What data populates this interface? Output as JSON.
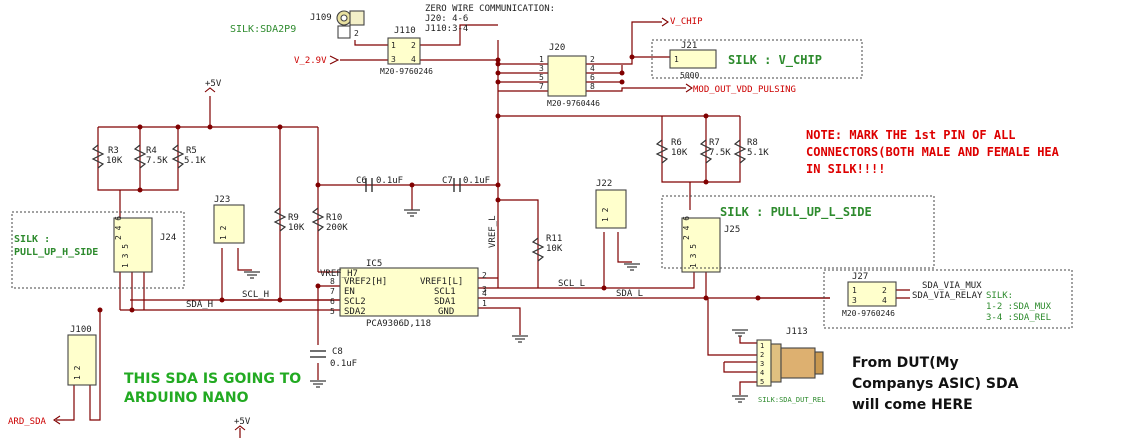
{
  "schematic": {
    "header_note": [
      "ZERO WIRE COMMUNICATION:",
      "J20: 4-6",
      "J110:3-4"
    ],
    "nets": {
      "vchip": "V_CHIP",
      "v29": "V_2.9V",
      "mod_out": "MOD_OUT_VDD_PULSING",
      "plus5v_top": "+5V",
      "plus5v_bottom": "+5V",
      "ard_sda": "ARD_SDA",
      "sda_h": "SDA_H",
      "scl_h": "SCL_H",
      "scl_l": "SCL_L",
      "sda_l": "SDA_L",
      "vref_l": "VREF_L",
      "vref_h7": "VREF_H7",
      "sda_via_mux": "SDA_VIA_MUX",
      "sda_via_relay": "SDA_VIA_RELAY"
    },
    "connectors": {
      "j109": "J109",
      "j109_pin": "2",
      "silk_sda2p9": "SILK:SDA2P9",
      "j110": "J110",
      "j110_part": "M20-9760246",
      "j110_pins": [
        "1",
        "2",
        "3",
        "4"
      ],
      "j20": "J20",
      "j20_part": "M20-9760446",
      "j20_left_pins": [
        "1",
        "3",
        "5",
        "7"
      ],
      "j20_right_pins": [
        "2",
        "4",
        "6",
        "8"
      ],
      "j21": "J21",
      "j21_part": "5000",
      "j21_pin": "1",
      "j23": "J23",
      "j23_pins": "1 2",
      "j24": "J24",
      "j24_pins_top": "2 4 6",
      "j24_pins_bottom": "1 3 5",
      "j22": "J22",
      "j22_pins": "1 2",
      "j25": "J25",
      "j25_pins_top": "2 4 6",
      "j25_pins_bottom": "1 3 5",
      "j27": "J27",
      "j27_part": "M20-9760246",
      "j27_pins": [
        "1",
        "2",
        "3",
        "4"
      ],
      "j100": "J100",
      "j100_pins": "1 2",
      "j113": "J113",
      "j113_pins": [
        "1",
        "2",
        "3",
        "4",
        "5"
      ],
      "silk_sda_dut_rel": "SILK:SDA_DUT_REL"
    },
    "resistors": [
      {
        "ref": "R3",
        "value": "10K"
      },
      {
        "ref": "R4",
        "value": "7.5K"
      },
      {
        "ref": "R5",
        "value": "5.1K"
      },
      {
        "ref": "R9",
        "value": "10K"
      },
      {
        "ref": "R10",
        "value": "200K"
      },
      {
        "ref": "R11",
        "value": "10K"
      },
      {
        "ref": "R6",
        "value": "10K"
      },
      {
        "ref": "R7",
        "value": "7.5K"
      },
      {
        "ref": "R8",
        "value": "5.1K"
      }
    ],
    "capacitors": [
      {
        "ref": "C6",
        "value": "0.1uF"
      },
      {
        "ref": "C7",
        "value": "0.1uF"
      },
      {
        "ref": "C8",
        "value": "0.1uF"
      }
    ],
    "ic": {
      "ref": "IC5",
      "part": "PCA9306D,118",
      "left_pins": [
        {
          "name": "VREF2[H]",
          "num": "8"
        },
        {
          "name": "EN",
          "num": "7"
        },
        {
          "name": "SCL2",
          "num": "6"
        },
        {
          "name": "SDA2",
          "num": "5"
        }
      ],
      "right_pins": [
        {
          "name": "VREF1[L]",
          "num": "2"
        },
        {
          "name": "SCL1",
          "num": "3"
        },
        {
          "name": "SDA1",
          "num": "4"
        },
        {
          "name": "GND",
          "num": "1"
        }
      ]
    },
    "silk_labels": {
      "vchip": "SILK : V_CHIP",
      "pull_up_h_line1": "SILK :",
      "pull_up_h_line2": "PULL_UP_H_SIDE",
      "pull_up_l": "SILK : PULL_UP_L_SIDE",
      "j27_silk": [
        "SILK:",
        "1-2 :SDA_MUX",
        "3-4 :SDA_REL"
      ]
    },
    "notes": {
      "red_note": [
        "NOTE: MARK THE 1st PIN OF ALL",
        "CONNECTORS(BOTH MALE AND FEMALE HEA",
        "IN SILK!!!!"
      ],
      "green_note": [
        "THIS SDA IS GOING TO",
        "ARDUINO NANO"
      ],
      "black_note": [
        "From DUT(My",
        "Companys ASIC) SDA",
        "will come HERE"
      ]
    },
    "colors": {
      "wire": "#800000",
      "part": "#333333",
      "net_red": "#cc0000",
      "silk_green": "#2e8b2e",
      "note_red": "#dd0000",
      "note_green": "#22aa22",
      "frame": "#444444"
    }
  }
}
